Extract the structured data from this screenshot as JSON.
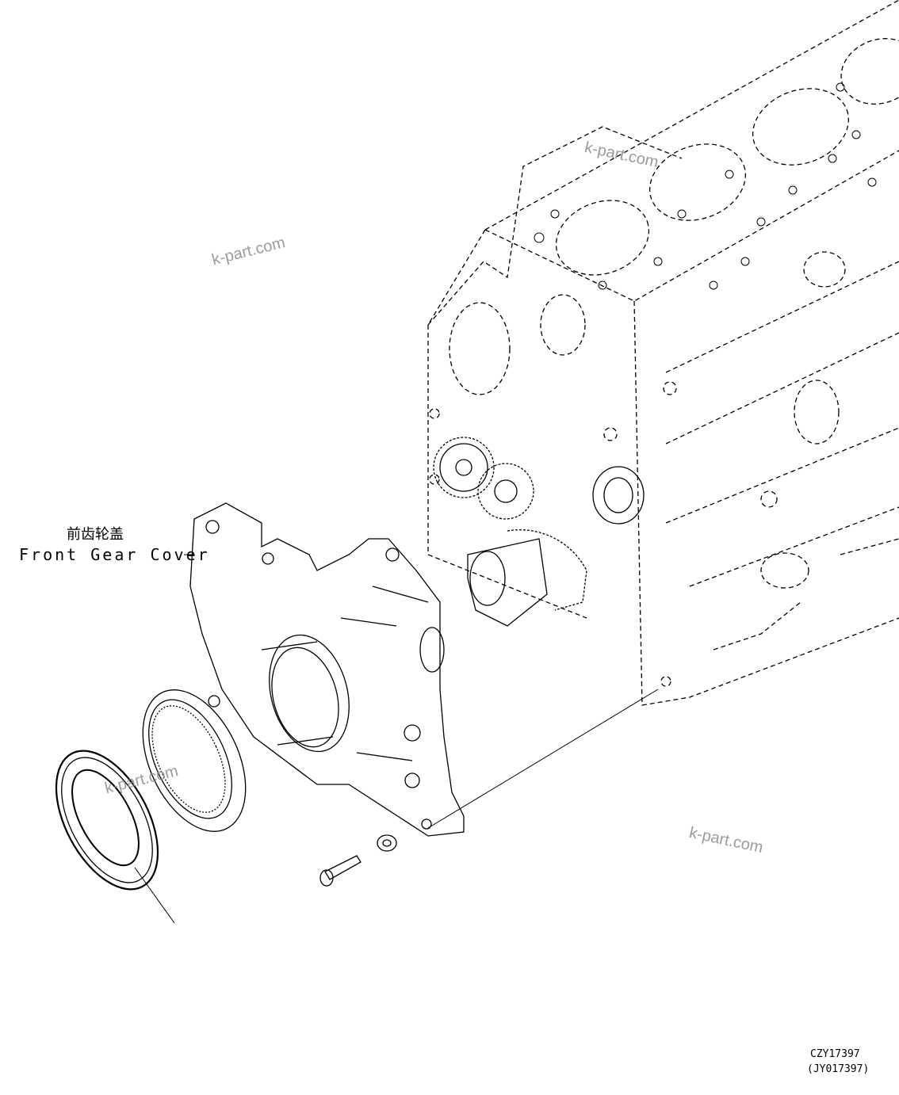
{
  "part_label": {
    "chinese": "前齿轮盖",
    "english": "Front Gear Cover"
  },
  "watermarks": [
    "k-part.com",
    "k-part.com",
    "k-part.com",
    "k-part.com"
  ],
  "drawing_codes": {
    "primary": "CZY17397",
    "secondary": "(JY017397)"
  }
}
